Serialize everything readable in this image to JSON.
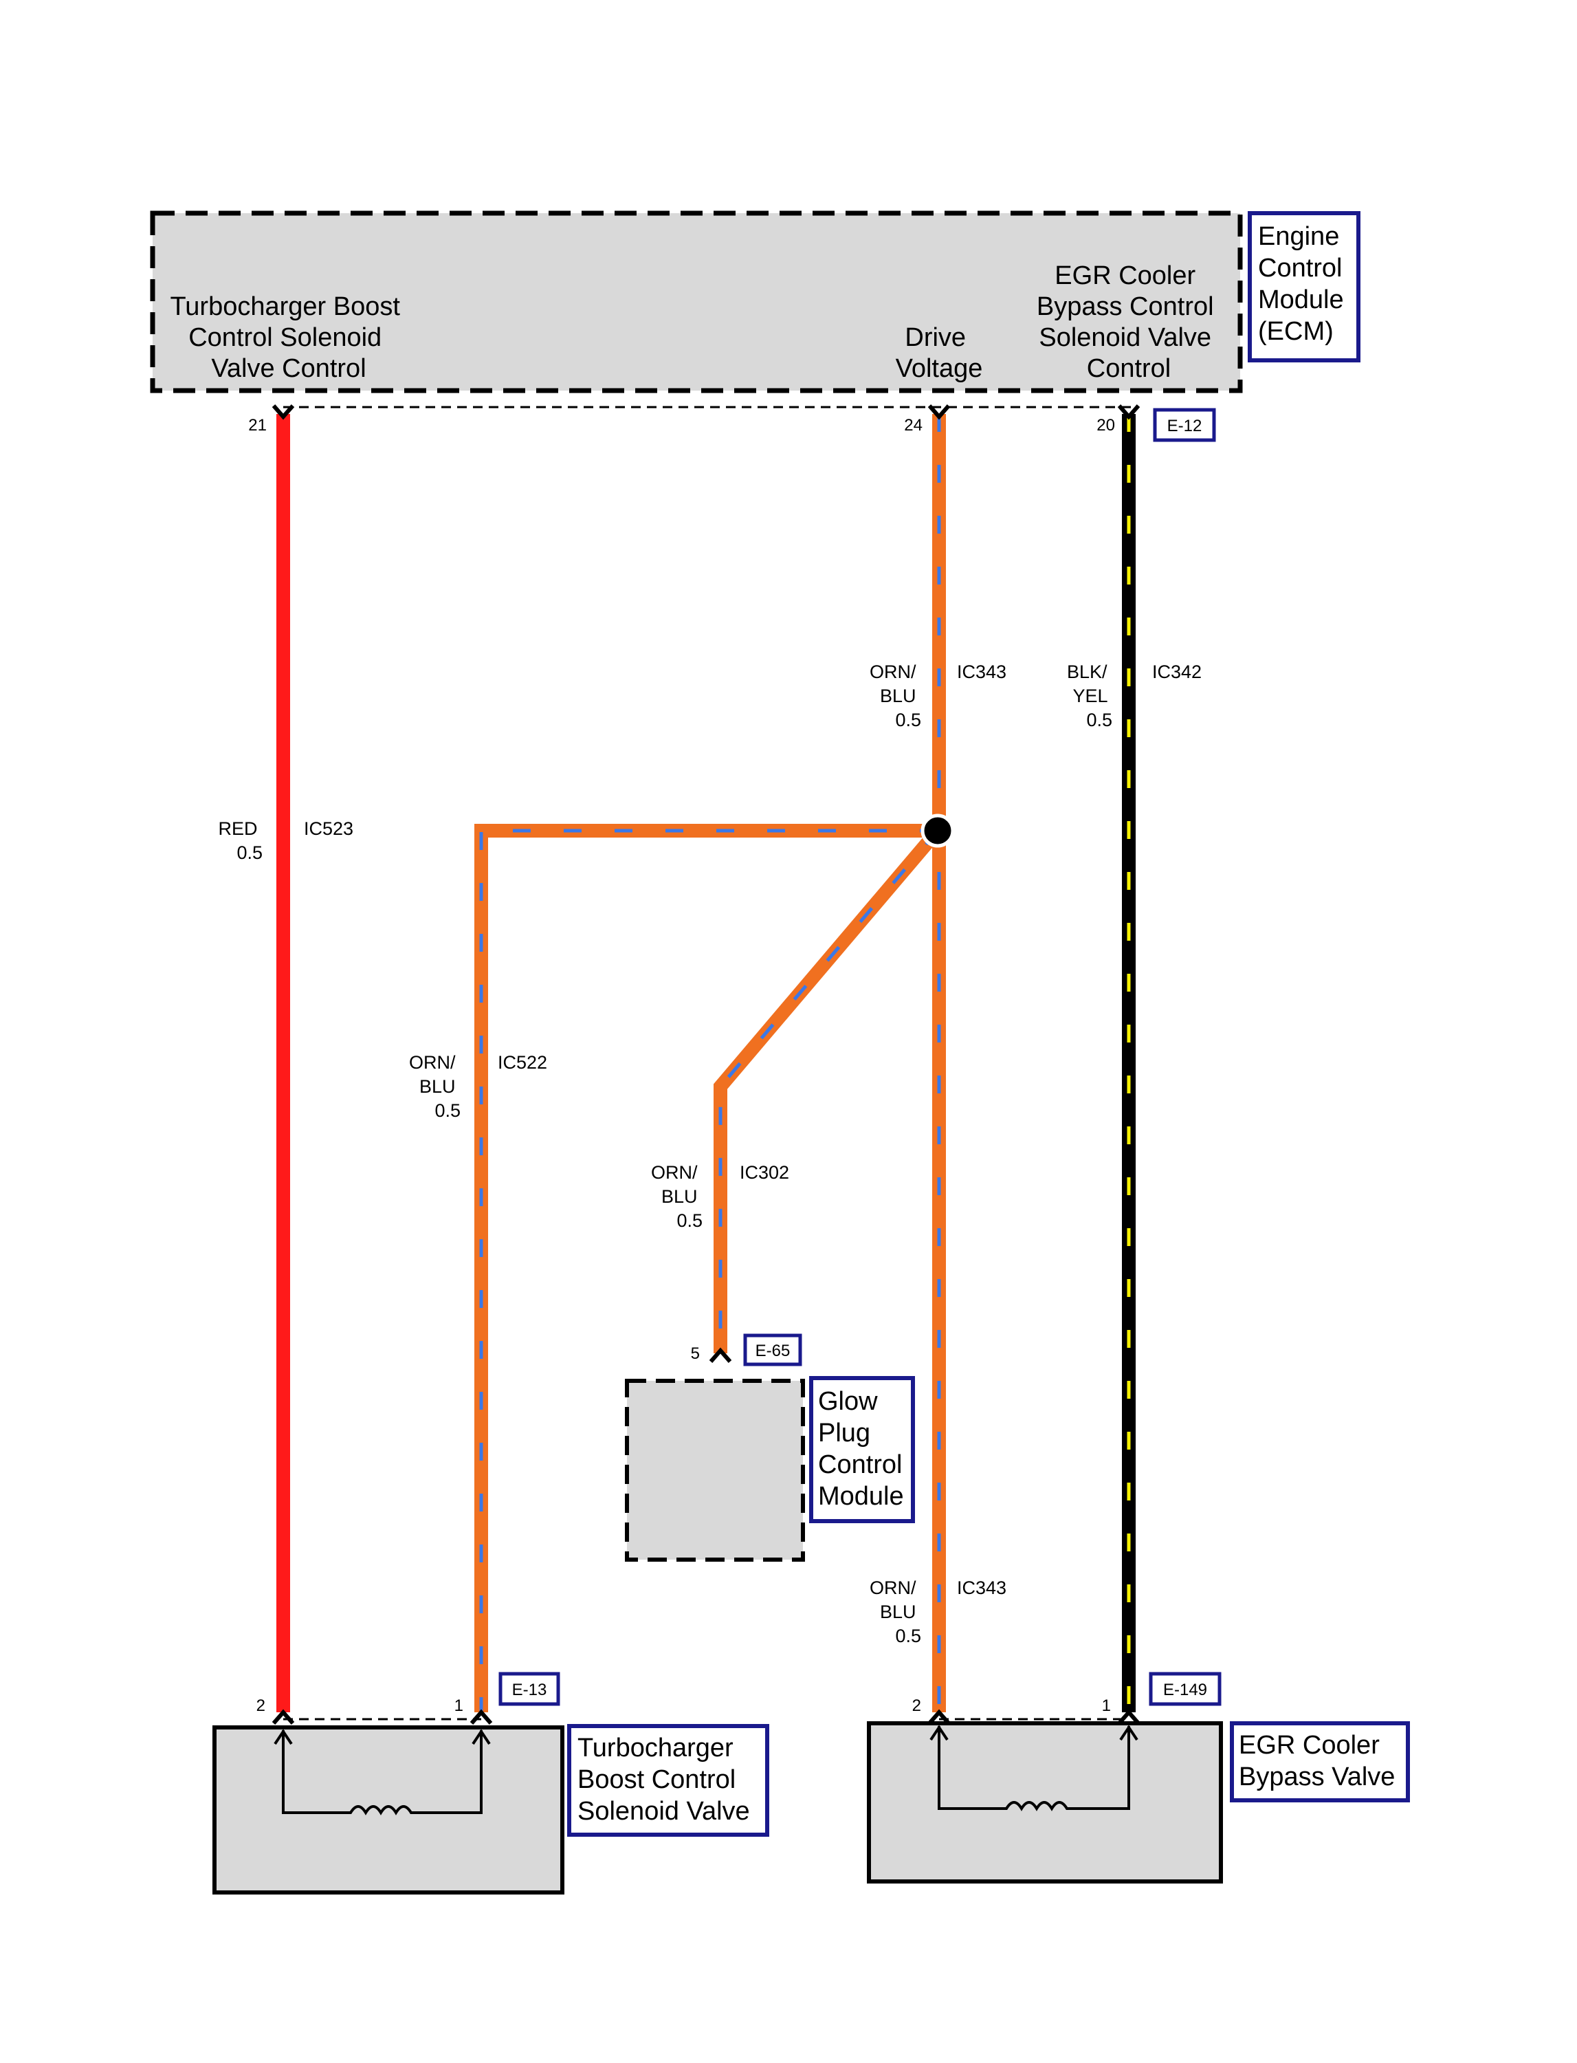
{
  "ecm": {
    "name": [
      "Engine",
      "Control",
      "Module",
      "(ECM)"
    ],
    "turbo_label": [
      "Turbocharger Boost",
      "Control Solenoid",
      "Valve Control"
    ],
    "drive_label": [
      "Drive",
      "Voltage"
    ],
    "egr_label": [
      "EGR Cooler",
      "Bypass Control",
      "Solenoid Valve",
      "Control"
    ],
    "connector": "E-12",
    "pins": {
      "turbo": "21",
      "drive": "24",
      "egr": "20"
    }
  },
  "wires": {
    "ic523": {
      "color": [
        "RED",
        "0.5"
      ],
      "circuit": "IC523",
      "hex": "#ff1a1a"
    },
    "ic343_top": {
      "color": [
        "ORN/",
        "BLU",
        "0.5"
      ],
      "circuit": "IC343"
    },
    "ic342": {
      "color": [
        "BLK/",
        "YEL",
        "0.5"
      ],
      "circuit": "IC342"
    },
    "ic522": {
      "color": [
        "ORN/",
        "BLU",
        "0.5"
      ],
      "circuit": "IC522"
    },
    "ic302": {
      "color": [
        "ORN/",
        "BLU",
        "0.5"
      ],
      "circuit": "IC302"
    },
    "ic343_bottom": {
      "color": [
        "ORN/",
        "BLU",
        "0.5"
      ],
      "circuit": "IC343"
    }
  },
  "colors": {
    "orange": "#f07020",
    "blue_stripe": "#3a78e8",
    "black": "#000000",
    "yellow_stripe": "#f5f000",
    "component_fill": "#d9d9d9",
    "label_border": "#1a1a8c"
  },
  "glow_plug": {
    "name": [
      "Glow",
      "Plug",
      "Control",
      "Module"
    ],
    "connector": "E-65",
    "pin": "5"
  },
  "turbo_valve": {
    "name": [
      "Turbocharger",
      "Boost Control",
      "Solenoid Valve"
    ],
    "connector": "E-13",
    "pins": [
      "2",
      "1"
    ]
  },
  "egr_valve": {
    "name": [
      "EGR Cooler",
      "Bypass Valve"
    ],
    "connector": "E-149",
    "pins": [
      "2",
      "1"
    ]
  }
}
